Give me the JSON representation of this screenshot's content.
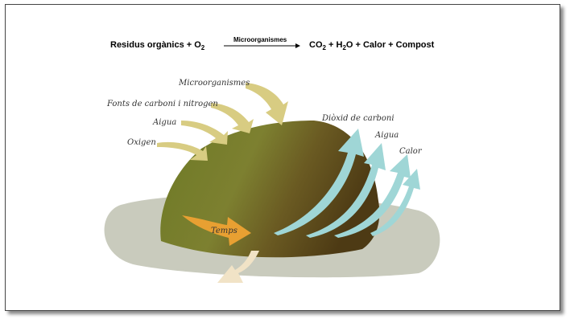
{
  "equation": {
    "reactants": "Residus orgànics + O",
    "reactants_sub": "2",
    "catalyst": "Microorganismes",
    "products": [
      "CO",
      "2",
      " + H",
      "2",
      "O + Calor + Compost"
    ]
  },
  "inputs": [
    "Microorganismes",
    "Fonts de carboni i nitrogen",
    "Aigua",
    "Oxigen"
  ],
  "outputs": [
    "Diòxid de carboni",
    "Aigua",
    "Calor"
  ],
  "process": "Temps",
  "result": "Compost",
  "colors": {
    "input_arrow": "#d8cc82",
    "output_arrow": "#9fd6d6",
    "time_arrow": "#e8a032",
    "compost_arrow": "#f1e3c6",
    "pile": "#6b6a26",
    "ground": "#c9cbbd"
  }
}
